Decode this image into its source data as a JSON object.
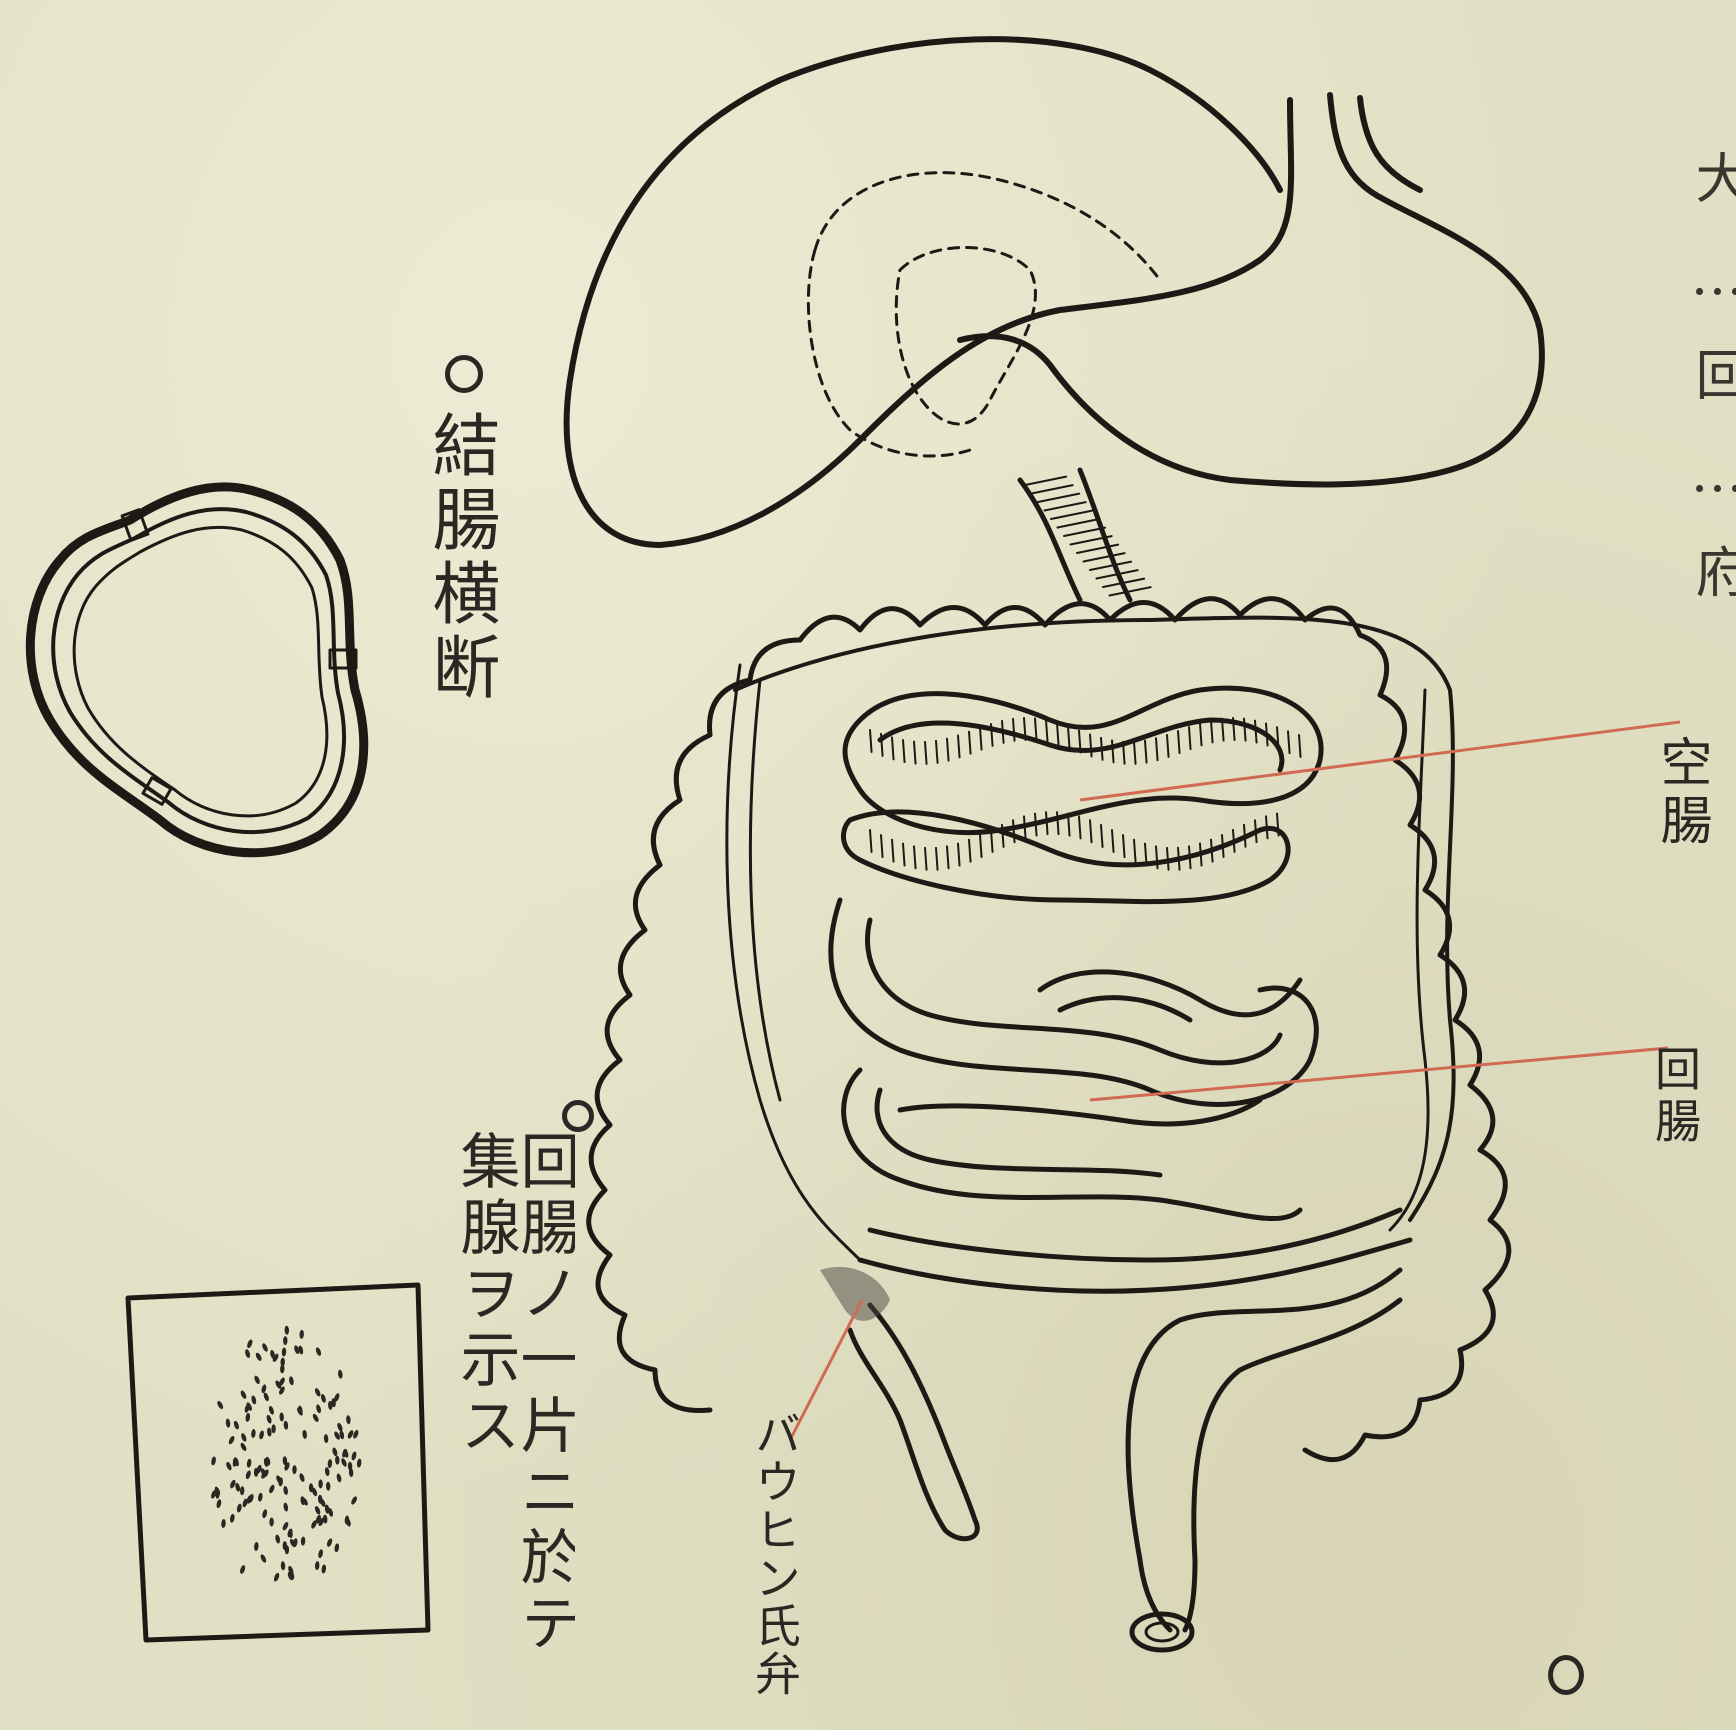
{
  "labels": {
    "colon_section": "結腸横断",
    "jejunum": "空腸",
    "ileum": "回腸",
    "ileum_patch": "回腸ノ一片ニ於テ集腺ヲ示ス",
    "bauhin_valve": "バウヒン氏弁",
    "margin_right": "大…回…府"
  },
  "colors": {
    "paper": "#e2e0c4",
    "ink": "#1d1a16",
    "pointer_lines": "#d06a52"
  }
}
